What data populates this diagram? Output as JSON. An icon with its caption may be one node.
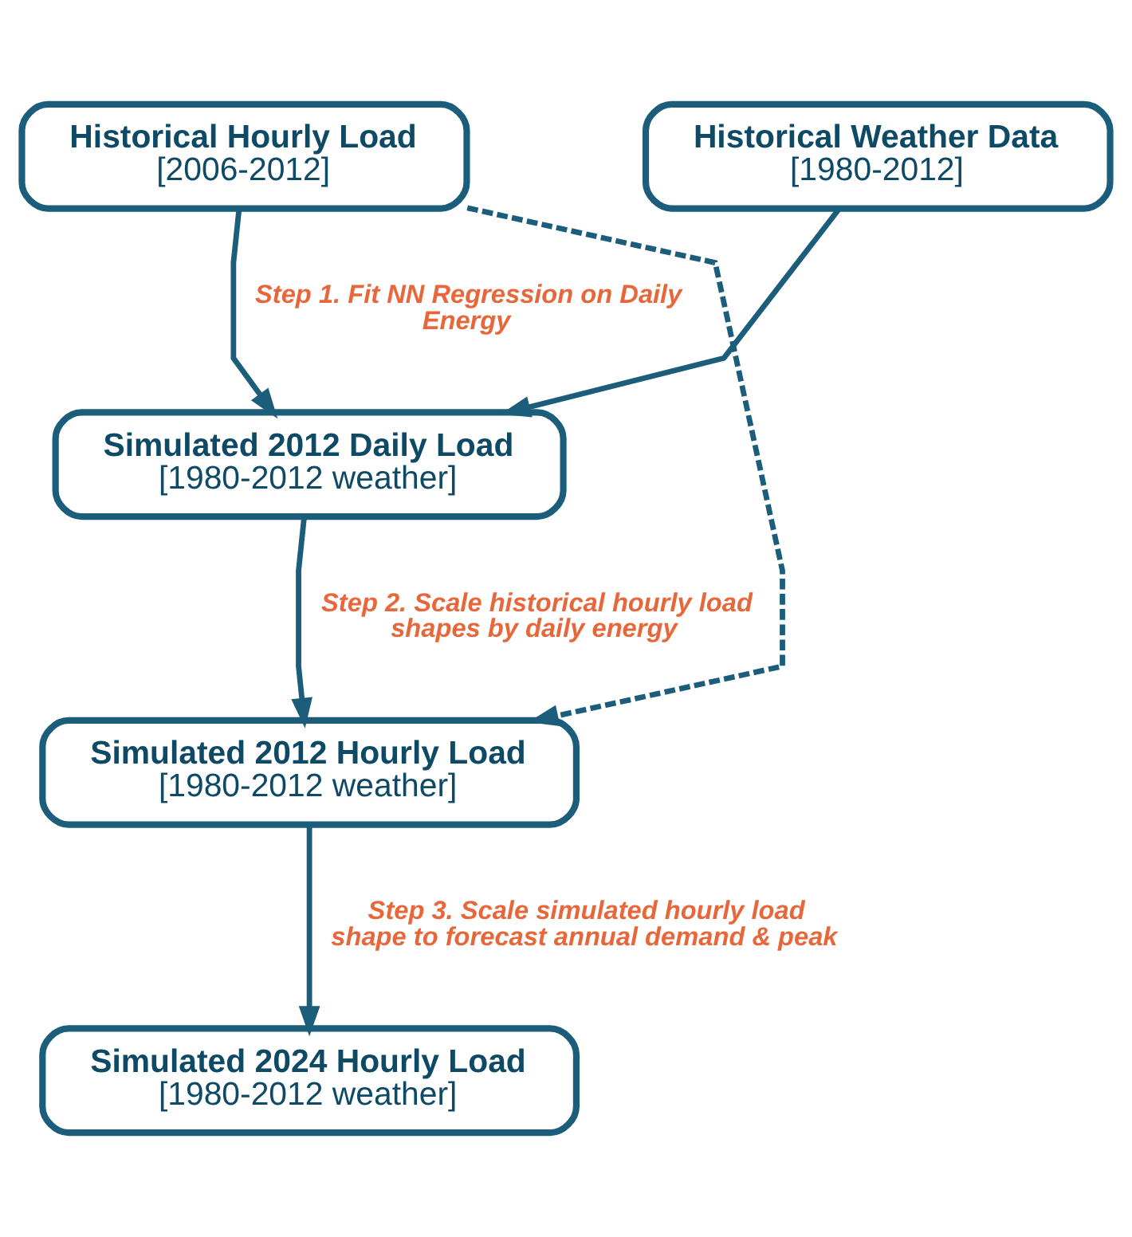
{
  "diagram": {
    "nodes": [
      {
        "text": [
          "Historical Hourly Load",
          "[2006-2012]"
        ]
      },
      {
        "text": [
          "Historical Weather Data",
          "[1980-2012]"
        ]
      },
      {
        "text": [
          "Simulated 2012 Daily Load",
          "[1980-2012 weather]"
        ]
      },
      {
        "text": [
          "Simulated 2012 Hourly Load",
          "[1980-2012 weather]"
        ]
      },
      {
        "text": [
          "Simulated 2024 Hourly Load",
          "[1980-2012 weather]"
        ]
      }
    ],
    "edges": [
      {
        "from": 0,
        "to": 2,
        "arrow": "to",
        "label": "Step 1. Fit NN Regression on Daily Energy"
      },
      {
        "from": 1,
        "to": 2,
        "arrow": "to"
      },
      {
        "from": 0,
        "to": 3,
        "arrow": "to",
        "style": "dashed"
      },
      {
        "from": 2,
        "to": 3,
        "arrow": "to",
        "label": "Step 2. Scale historical hourly load shapes by daily energy"
      },
      {
        "from": 3,
        "to": 4,
        "arrow": "to",
        "label": "Step 3. Scale simulated hourly load shape to forecast annual demand & peak"
      }
    ]
  }
}
